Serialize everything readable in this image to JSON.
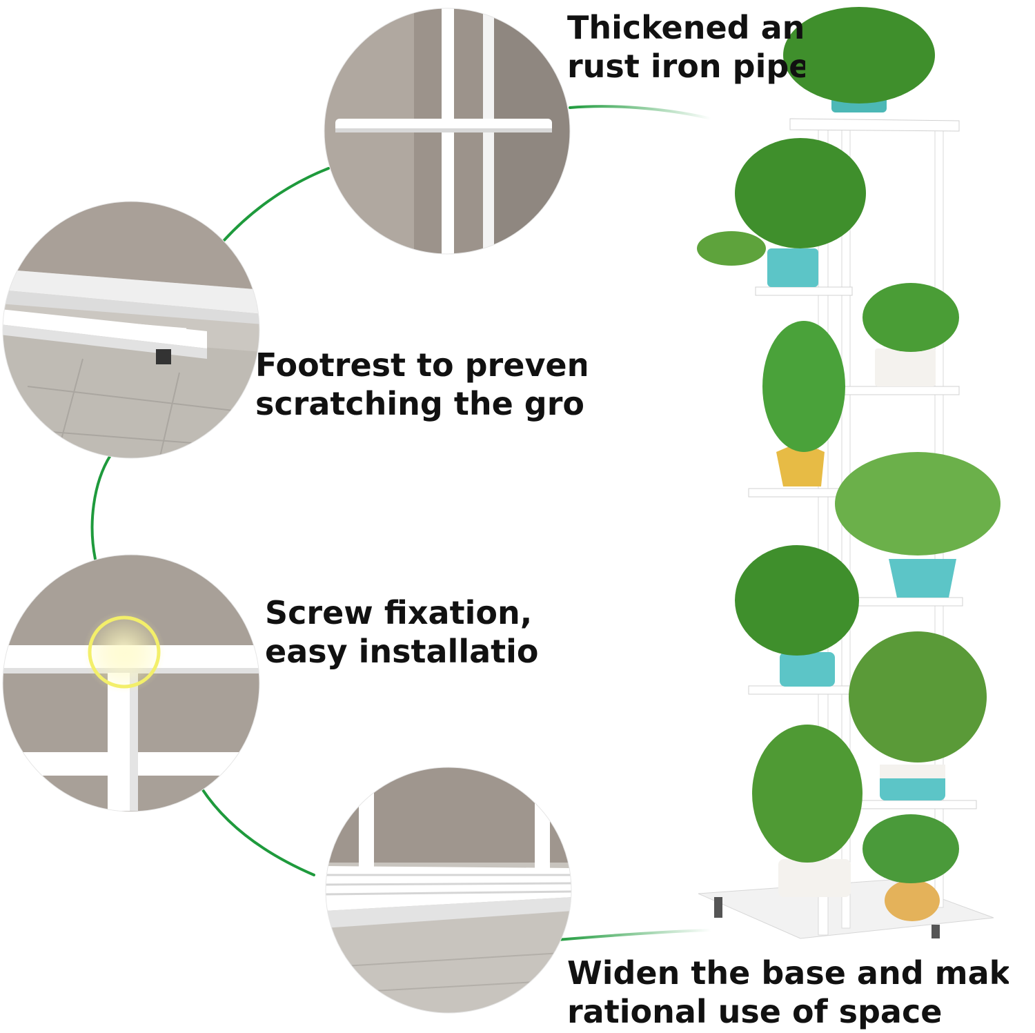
{
  "features": [
    {
      "id": "thickened-pipe",
      "line1": "Thickened anti",
      "line2": "rust iron pipe"
    },
    {
      "id": "footrest",
      "line1": "Footrest to prevent",
      "line2": "scratching the grour"
    },
    {
      "id": "screw-fixation",
      "line1": "Screw fixation,",
      "line2": "easy installation"
    },
    {
      "id": "wide-base",
      "line1": "Widen the base and make",
      "line2": "rational use of space"
    }
  ],
  "colors": {
    "background": "#ffffff",
    "text": "#111111",
    "connector": "#1e9a3c",
    "wall": "#a39a92",
    "floor": "#c9c6c0",
    "metal": "#ffffff",
    "leaf": "#3f8f2c",
    "pot_teal": "#5cc5c7",
    "pot_gold": "#e7bb45",
    "pot_white": "#f4f2ee"
  }
}
